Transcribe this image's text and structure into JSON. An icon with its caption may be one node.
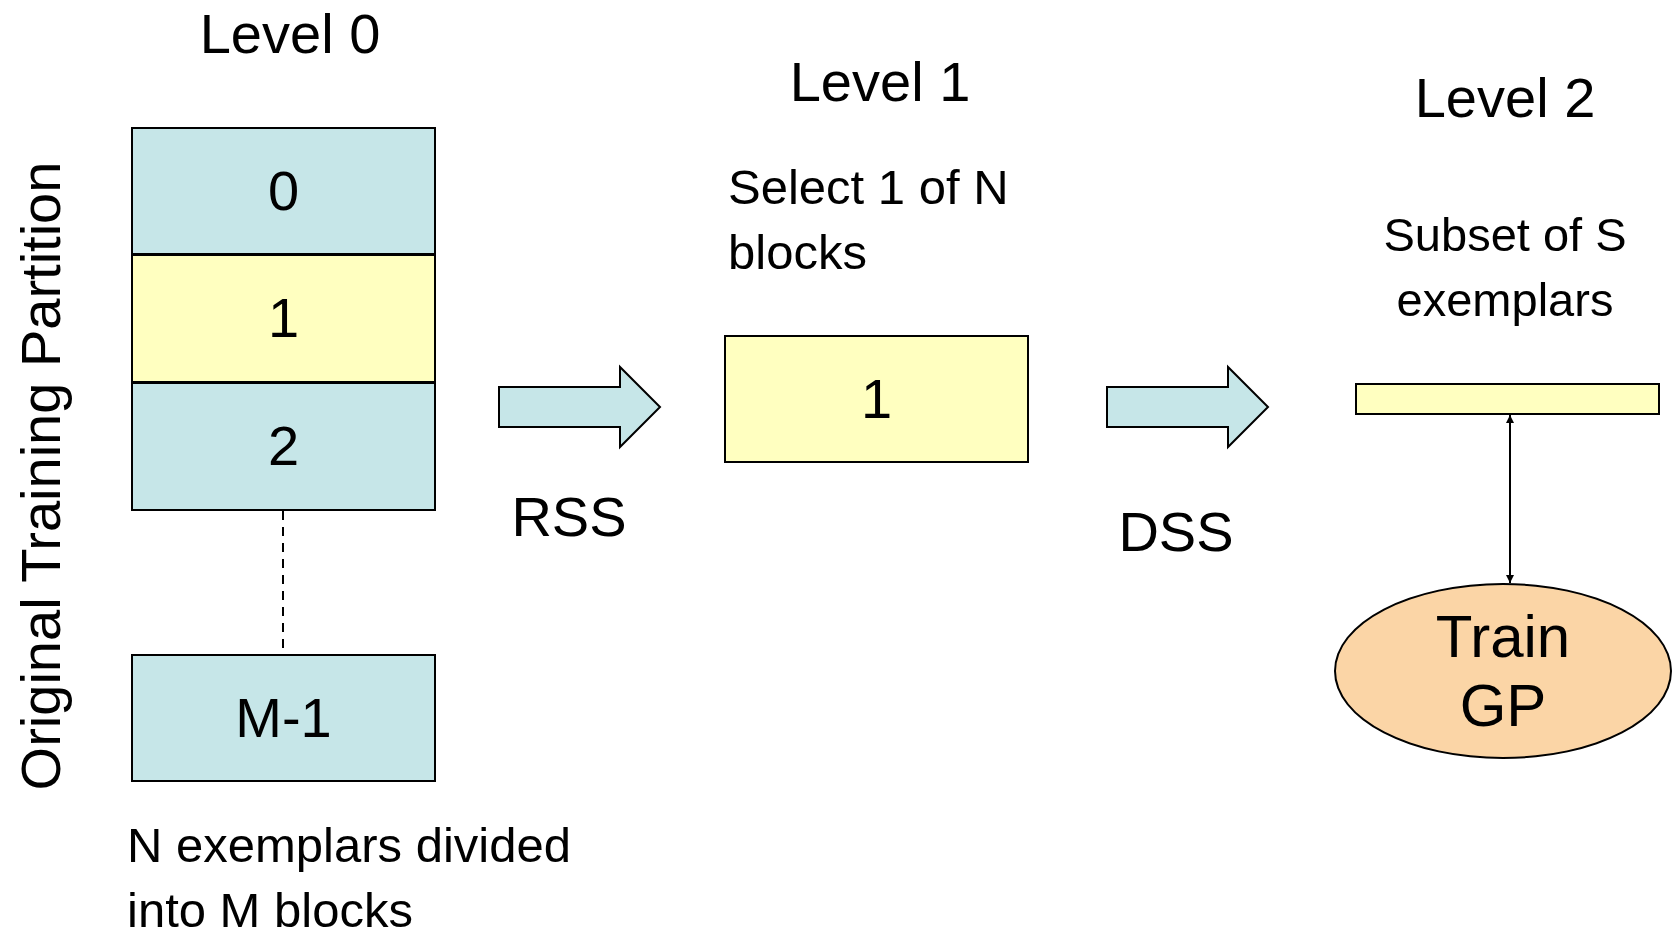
{
  "diagram": {
    "nodes": [
      {
        "text": [
          "0"
        ]
      },
      {
        "text": [
          "1"
        ]
      },
      {
        "text": [
          "2"
        ]
      },
      {
        "text": [
          "M-1"
        ]
      },
      {
        "text": [
          "1"
        ]
      },
      {
        "text": [],
        "shape": "bar"
      },
      {
        "text": [
          "Train GP"
        ]
      }
    ],
    "edges": [
      {
        "from": 2,
        "to": 3,
        "arrow": "none",
        "style": "dashed"
      },
      {
        "from": 1,
        "to": 4,
        "arrow": "to",
        "style": "thick",
        "label": "RSS"
      },
      {
        "from": 4,
        "to": 5,
        "arrow": "to",
        "style": "thick",
        "label": "DSS"
      },
      {
        "from": 5,
        "to": 6,
        "arrow": "both"
      }
    ],
    "labels": [
      "Level 0",
      "Original Training Partition",
      "Level 1",
      "Level 2",
      "Select 1 of N blocks",
      "Subset of S exemplars",
      "N exemplars divided into M blocks"
    ]
  }
}
